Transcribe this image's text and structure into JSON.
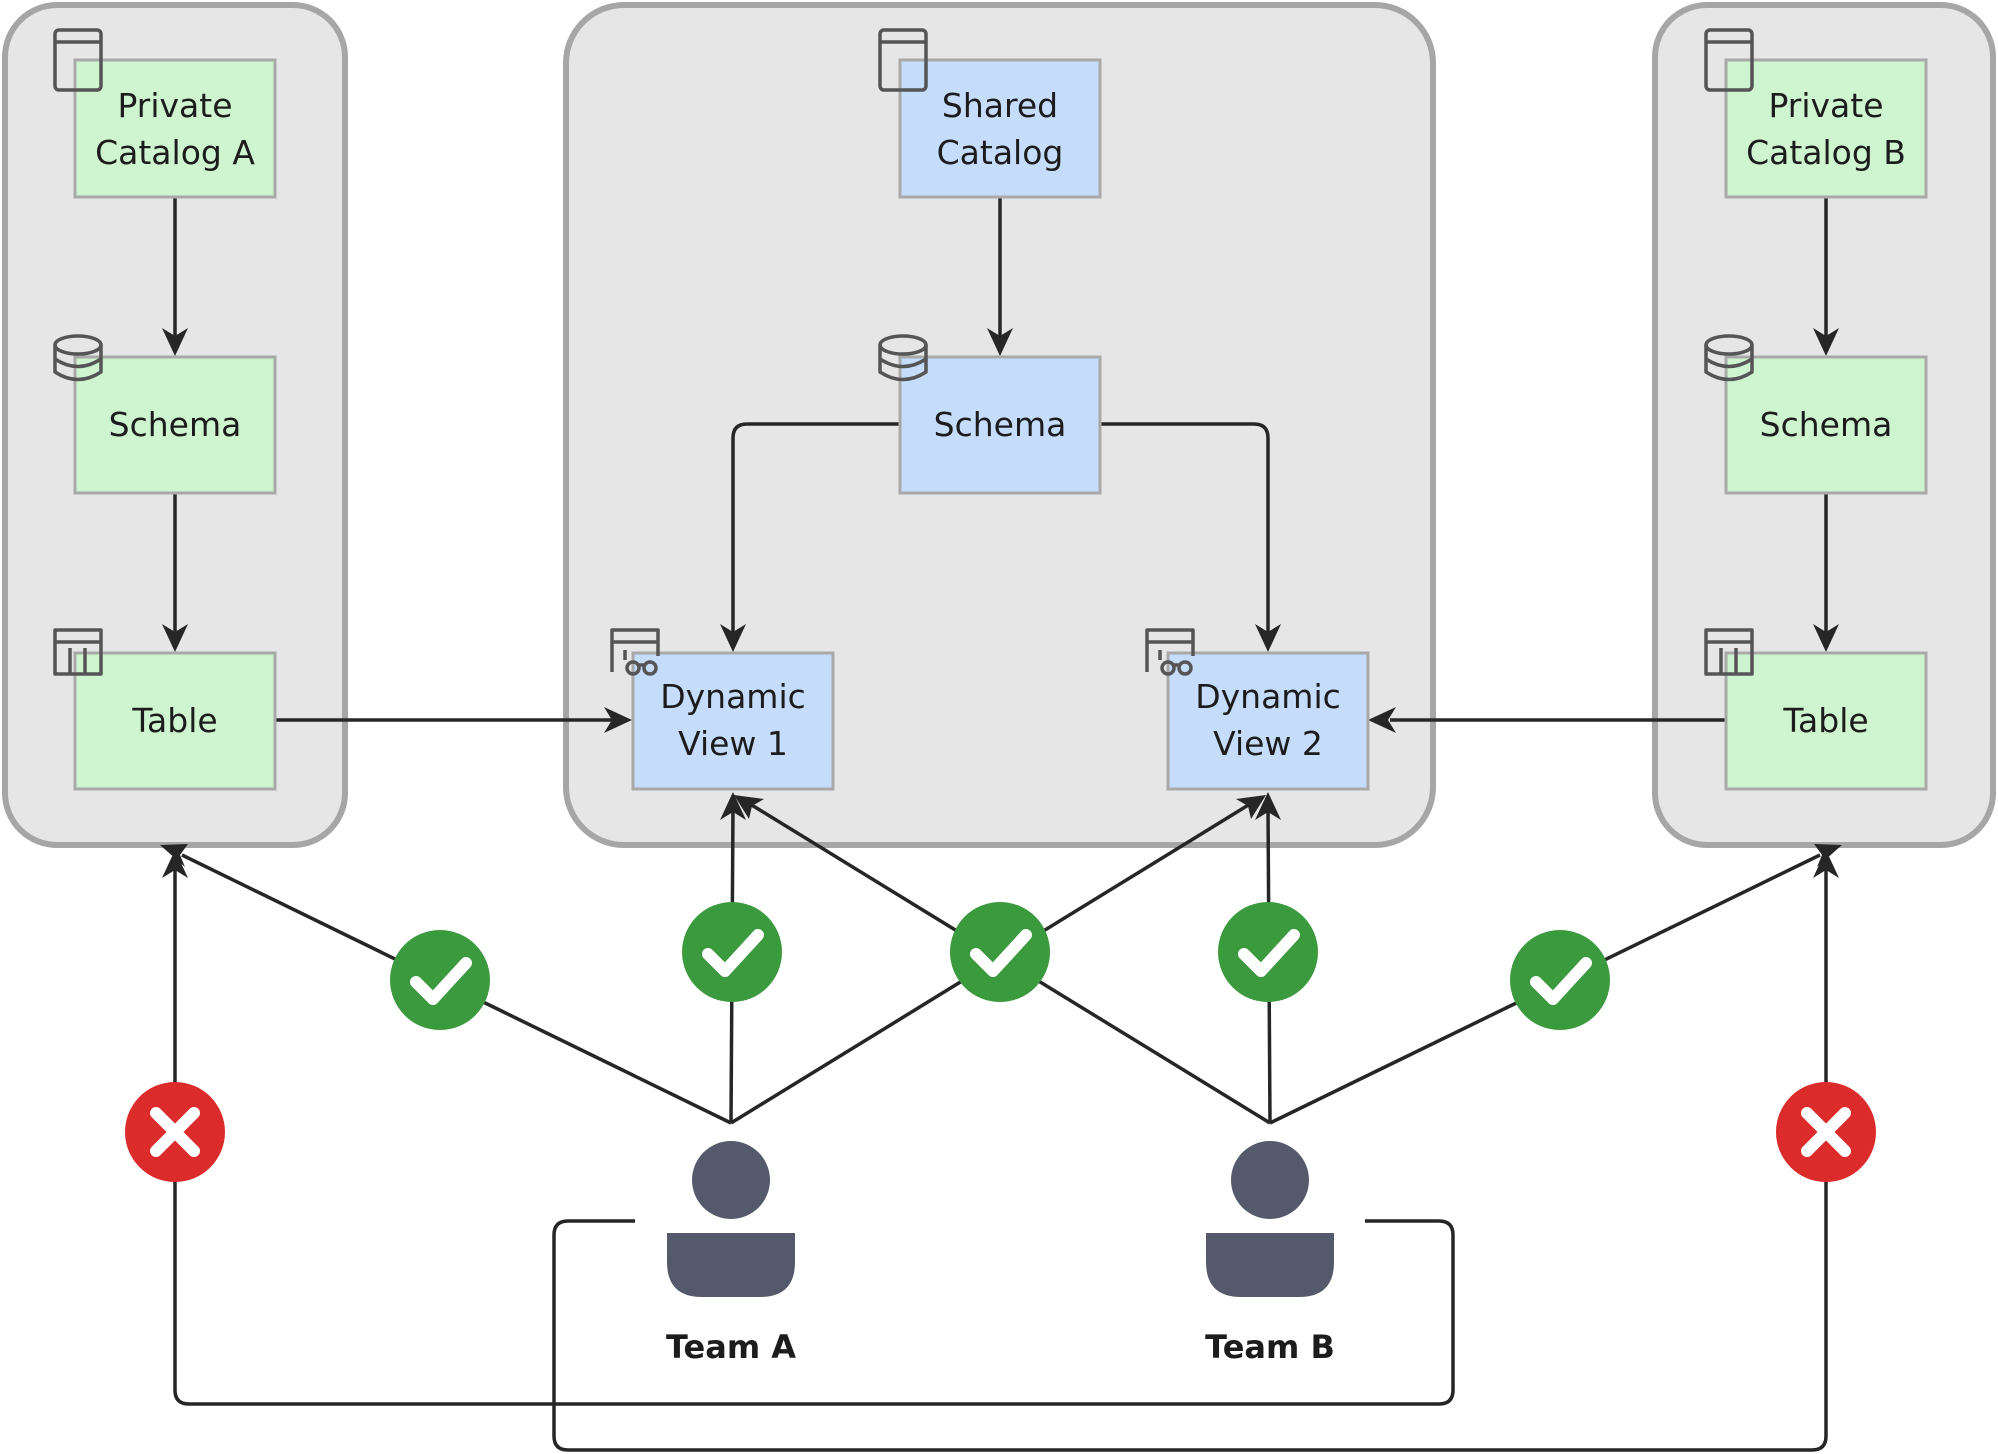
{
  "catalogs": {
    "private_a": {
      "catalog_label": [
        "Private",
        "Catalog A"
      ],
      "schema_label": "Schema",
      "table_label": "Table"
    },
    "shared": {
      "catalog_label": [
        "Shared",
        "Catalog"
      ],
      "schema_label": "Schema",
      "view1_label": [
        "Dynamic",
        "View 1"
      ],
      "view2_label": [
        "Dynamic",
        "View 2"
      ]
    },
    "private_b": {
      "catalog_label": [
        "Private",
        "Catalog B"
      ],
      "schema_label": "Schema",
      "table_label": "Table"
    }
  },
  "teams": {
    "team_a": "Team A",
    "team_b": "Team B"
  },
  "access": {
    "allowed_icon": "check-circle-icon",
    "denied_icon": "x-circle-icon",
    "allowed_color": "#3b9a3e",
    "denied_color": "#dc2b2b"
  },
  "colors": {
    "private_node_fill": "#cff5d0",
    "shared_node_fill": "#c5dcfb",
    "container_fill": "#e6e6e6",
    "person_fill": "#545a6b"
  }
}
